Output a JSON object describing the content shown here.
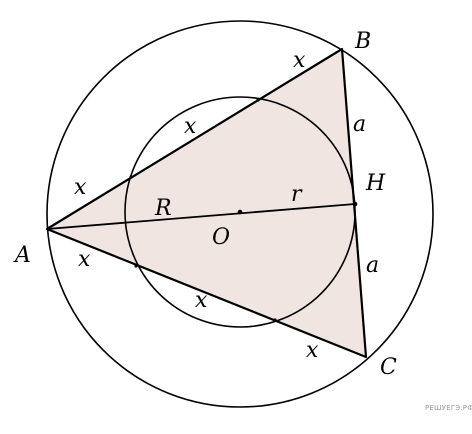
{
  "points": {
    "A": "A",
    "B": "B",
    "C": "C",
    "H": "H",
    "O": "O"
  },
  "labels": {
    "R": "R",
    "r": "r",
    "a_top": "a",
    "a_bottom": "a",
    "x_ab_1": "x",
    "x_ab_2": "x",
    "x_ab_3": "x",
    "x_ac_1": "x",
    "x_ac_2": "x",
    "x_ac_3": "x"
  },
  "watermark": "РЕШУЕГЭ.РФ",
  "colors": {
    "triangle_fill": "#f1e5e1",
    "stroke": "#000000"
  }
}
